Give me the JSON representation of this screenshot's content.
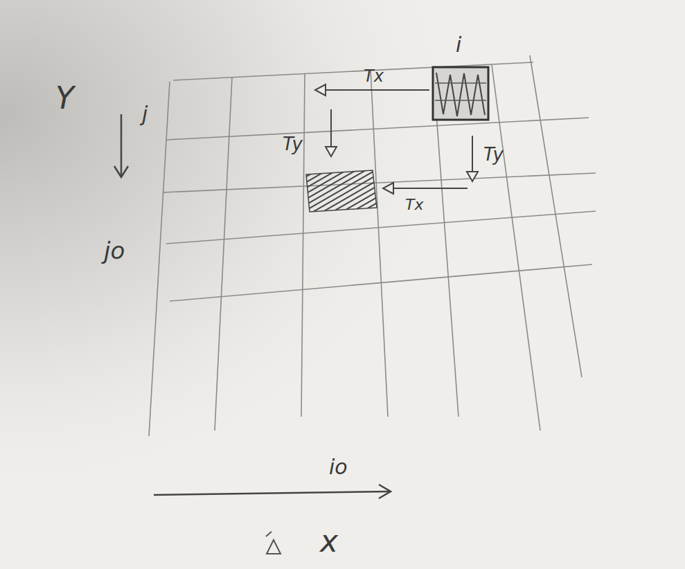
{
  "diagram": {
    "labels": [
      "Y",
      "j",
      "jo",
      "i",
      "Tx",
      "Ty",
      "Ty",
      "Tx",
      "io",
      "x"
    ]
  }
}
